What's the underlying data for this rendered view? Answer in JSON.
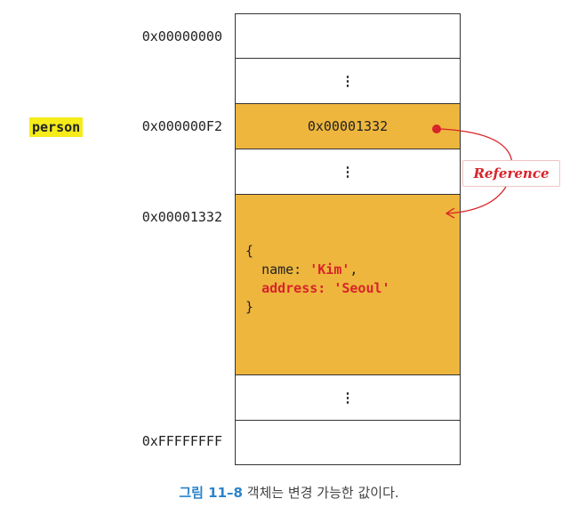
{
  "memory": {
    "variable": "person",
    "addresses": {
      "first": "0x00000000",
      "person": "0x000000F2",
      "object": "0x00001332",
      "last": "0xFFFFFFFF"
    },
    "person_cell_value": "0x00001332",
    "ellipsis": "⋮",
    "object": {
      "open_brace": "{",
      "name_key": "name: ",
      "name_value": "'Kim'",
      "name_comma": ",",
      "address_line": "address: 'Seoul'",
      "close_brace": "}"
    }
  },
  "arrow": {
    "label": "Reference",
    "color": "#d8232a"
  },
  "caption": {
    "figure_number": "그림 11–8",
    "text": "객체는 변경 가능한 값이다."
  }
}
